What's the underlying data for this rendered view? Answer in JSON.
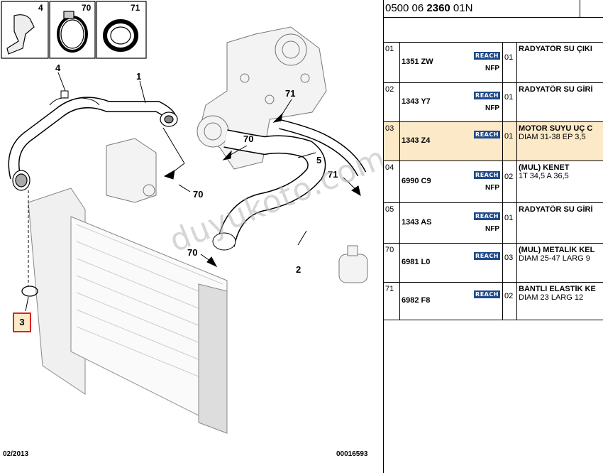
{
  "diagram": {
    "callouts": {
      "c4": "4",
      "c70a": "70",
      "c71a": "71",
      "c1": "1",
      "c71b": "71",
      "c70b": "70",
      "c70c": "70",
      "c5": "5",
      "c71c": "71",
      "c70d": "70",
      "c2": "2",
      "c3": "3"
    },
    "footer_left": "02/2013",
    "footer_right": "00016593",
    "watermark": "duyukoto.com"
  },
  "header": {
    "code_prefix": "0500 06 ",
    "code_bold": "2360",
    "code_suffix": " 01N"
  },
  "parts": [
    {
      "item": "01",
      "ref": "1351 ZW",
      "reach": "REACH",
      "nfp": "NFP",
      "qty": "01",
      "desc": "RADYATÖR SU ÇIKI",
      "desc2": "",
      "selected": false
    },
    {
      "item": "02",
      "ref": "1343 Y7",
      "reach": "REACH",
      "nfp": "NFP",
      "qty": "01",
      "desc": "RADYATÖR SU GİRİ",
      "desc2": "",
      "selected": false
    },
    {
      "item": "03",
      "ref": "1343 Z4",
      "reach": "REACH",
      "nfp": "",
      "qty": "01",
      "desc": "MOTOR SUYU UÇ C",
      "desc2": "DIAM 31-38 EP 3,5",
      "selected": true
    },
    {
      "item": "04",
      "ref": "6990 C9",
      "reach": "REACH",
      "nfp": "NFP",
      "qty": "02",
      "desc": "(MUL) KENET",
      "desc2": "1T 34,5 A 36,5",
      "selected": false
    },
    {
      "item": "05",
      "ref": "1343 AS",
      "reach": "REACH",
      "nfp": "NFP",
      "qty": "01",
      "desc": "RADYATÖR SU GİRİ",
      "desc2": "",
      "selected": false
    },
    {
      "item": "70",
      "ref": "6981 L0",
      "reach": "REACH",
      "nfp": "",
      "qty": "03",
      "desc": "(MUL) METALİK KEL",
      "desc2": "DIAM 25-47 LARG 9",
      "selected": false
    },
    {
      "item": "71",
      "ref": "6982 F8",
      "reach": "REACH",
      "nfp": "",
      "qty": "02",
      "desc": "BANTLI ELASTİK KE",
      "desc2": "DIAM 23 LARG 12",
      "selected": false
    }
  ],
  "colors": {
    "selected_row": "#fce9c8",
    "reach_badge": "#1f4a8c",
    "highlight_border": "#d22222"
  }
}
